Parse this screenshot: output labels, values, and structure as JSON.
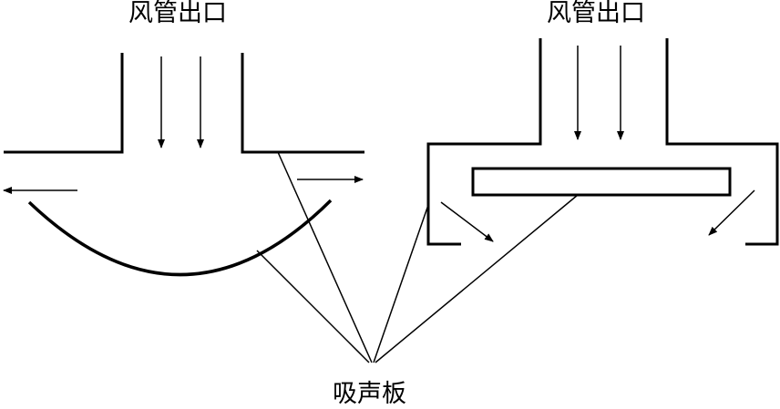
{
  "labels": {
    "left_outlet": "风管出口",
    "right_outlet": "风管出口",
    "absorber": "吸声板"
  },
  "colors": {
    "ink": "#000000",
    "background": "#ffffff"
  }
}
